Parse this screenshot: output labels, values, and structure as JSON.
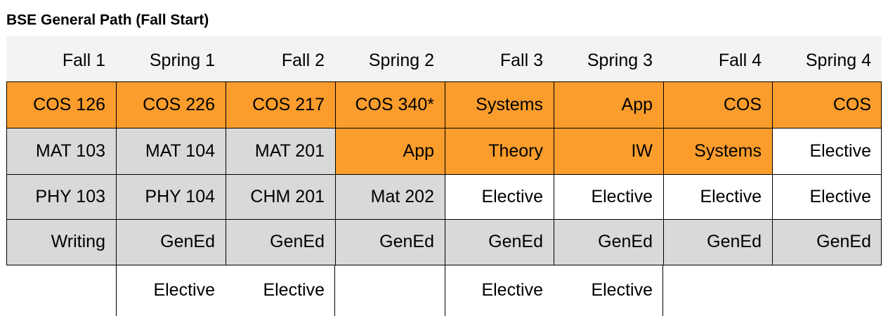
{
  "title": "BSE General Path (Fall Start)",
  "headers": [
    "Fall 1",
    "Spring 1",
    "Fall 2",
    "Spring 2",
    "Fall 3",
    "Spring 3",
    "Fall 4",
    "Spring 4"
  ],
  "rows": [
    [
      {
        "text": "COS 126",
        "color": "orange"
      },
      {
        "text": "COS 226",
        "color": "orange"
      },
      {
        "text": "COS 217",
        "color": "orange"
      },
      {
        "text": "COS 340*",
        "color": "orange"
      },
      {
        "text": "Systems",
        "color": "orange"
      },
      {
        "text": "App",
        "color": "orange"
      },
      {
        "text": "COS",
        "color": "orange"
      },
      {
        "text": "COS",
        "color": "orange"
      }
    ],
    [
      {
        "text": "MAT 103",
        "color": "gray"
      },
      {
        "text": "MAT 104",
        "color": "gray"
      },
      {
        "text": "MAT 201",
        "color": "gray"
      },
      {
        "text": "App",
        "color": "orange"
      },
      {
        "text": "Theory",
        "color": "orange"
      },
      {
        "text": "IW",
        "color": "orange"
      },
      {
        "text": "Systems",
        "color": "orange"
      },
      {
        "text": "Elective",
        "color": "white"
      }
    ],
    [
      {
        "text": "PHY 103",
        "color": "gray"
      },
      {
        "text": "PHY 104",
        "color": "gray"
      },
      {
        "text": "CHM 201",
        "color": "gray"
      },
      {
        "text": "Mat 202",
        "color": "gray"
      },
      {
        "text": "Elective",
        "color": "white"
      },
      {
        "text": "Elective",
        "color": "white"
      },
      {
        "text": "Elective",
        "color": "white"
      },
      {
        "text": "Elective",
        "color": "white"
      }
    ],
    [
      {
        "text": "Writing",
        "color": "gray"
      },
      {
        "text": "GenEd",
        "color": "gray"
      },
      {
        "text": "GenEd",
        "color": "gray"
      },
      {
        "text": "GenEd",
        "color": "gray"
      },
      {
        "text": "GenEd",
        "color": "gray"
      },
      {
        "text": "GenEd",
        "color": "gray"
      },
      {
        "text": "GenEd",
        "color": "gray"
      },
      {
        "text": "GenEd",
        "color": "gray"
      }
    ],
    [
      null,
      {
        "text": "Elective",
        "color": "white"
      },
      {
        "text": "Elective",
        "color": "white"
      },
      null,
      {
        "text": "Elective",
        "color": "white"
      },
      {
        "text": "Elective",
        "color": "white"
      },
      null,
      null
    ]
  ],
  "colors": {
    "orange": "#fb9d2c",
    "gray": "#d9d9d9",
    "white": "#ffffff",
    "header": "#f3f3f3"
  }
}
